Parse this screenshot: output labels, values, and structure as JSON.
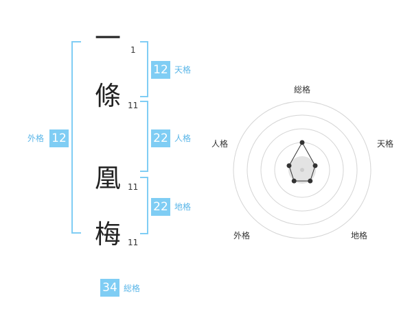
{
  "name_characters": [
    {
      "char": "一",
      "strokes": "1"
    },
    {
      "char": "條",
      "strokes": "11"
    },
    {
      "char": "凰",
      "strokes": "11"
    },
    {
      "char": "梅",
      "strokes": "11"
    }
  ],
  "fortune": {
    "tenkaku": {
      "value": "12",
      "label": "天格"
    },
    "jinkaku": {
      "value": "22",
      "label": "人格"
    },
    "chikaku": {
      "value": "22",
      "label": "地格"
    },
    "gaikaku": {
      "value": "12",
      "label": "外格"
    },
    "soukaku": {
      "value": "34",
      "label": "総格"
    }
  },
  "chart_data": {
    "type": "radar",
    "axes": [
      "総格",
      "天格",
      "地格",
      "外格",
      "人格"
    ],
    "rings": 4,
    "values": [
      2,
      1,
      1,
      1,
      1
    ],
    "max": 5,
    "colors": {
      "grid": "#d4d4d4",
      "line": "#333333",
      "center": "#e3e3e3",
      "accent": "#7fcdf4"
    }
  }
}
